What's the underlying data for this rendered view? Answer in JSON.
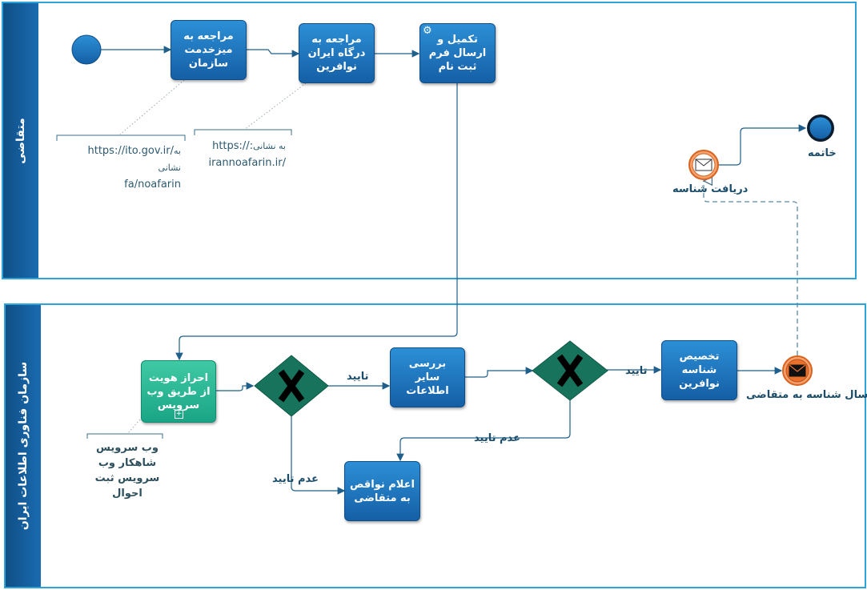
{
  "lanes": {
    "applicant": "متقاضی",
    "organization": "سازمان فناوری اطلاعات ایران"
  },
  "tasks": {
    "visit_office": "مراجعه به میزخدمت سازمان",
    "visit_portal": "مراجعه به درگاه ایران نوافرین",
    "fill_form": "تکمیل و ارسال فرم ثبت نام",
    "identity_check": "احراز هویت از طریق وب سرویس",
    "review_info": "بررسی سایر اطلاعات",
    "assign_id": "تخصیص شناسه نوافرین",
    "announce_defects": "اعلام نواقص به متقاضی"
  },
  "events": {
    "end_label": "خاتمه",
    "receive_label": "دریافت شناسه",
    "send_label": "ارسال شناسه به متقاضی"
  },
  "flows": {
    "approve_1": "تایید",
    "approve_2": "تایید",
    "reject_1": "عدم تایید",
    "reject_2": "عدم تایید"
  },
  "annotations": {
    "office_prefix": "به نشانی",
    "office_url_1": "https://ito.gov.ir/",
    "office_url_2": "fa/noafarin",
    "portal_prefix": "به نشانی",
    "portal_url_1": "https://:",
    "portal_url_2": "irannoafarin.ir/",
    "webservices": "وب سرویس شاهکار وب سرویس ثبت احوال"
  },
  "icons": {
    "gateway": "exclusive-gateway-x",
    "message": "envelope-icon",
    "service": "gear-icon"
  },
  "colors": {
    "lane_border": "#2ea3d8",
    "lane_header": "#1a6bb0",
    "task": "#1f78c2",
    "task_green": "#2bb894",
    "gateway": "#17735c",
    "event": "#1f78c2",
    "message_event": "#e9712b"
  }
}
